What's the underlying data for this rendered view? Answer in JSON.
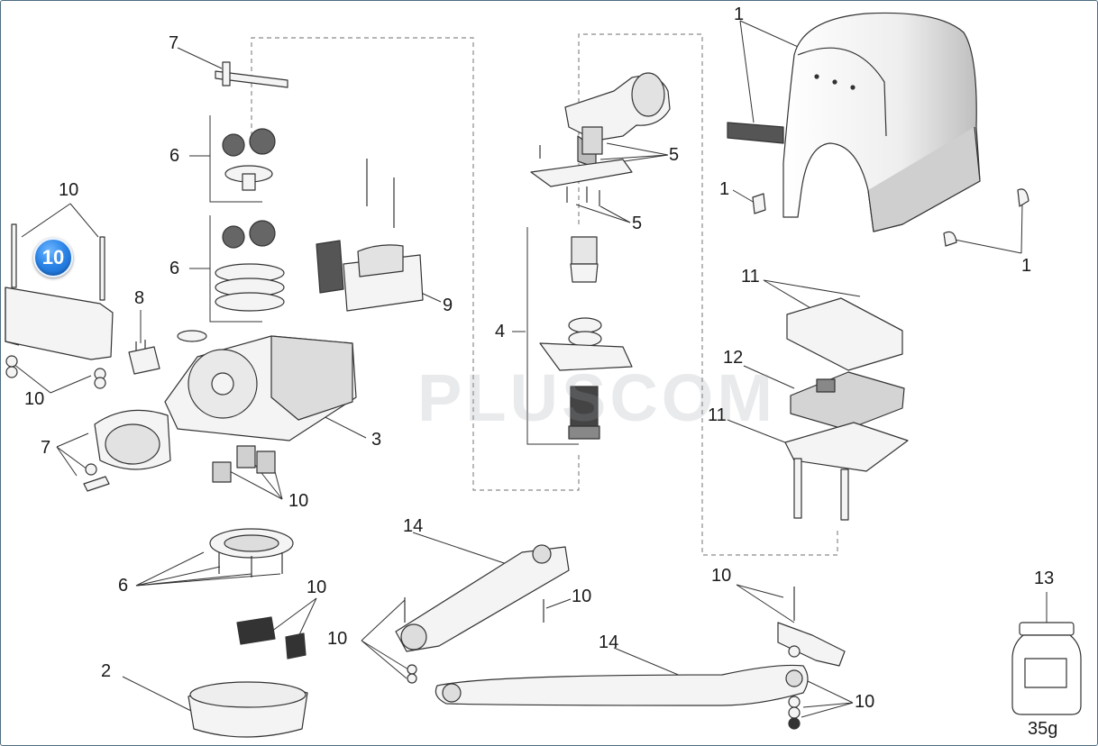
{
  "labels": {
    "cover_top": "1",
    "cover_screw_left": "1",
    "cover_screw_right": "1",
    "base_bottom": "2",
    "housing": "3",
    "motor_group": "4",
    "motor_screws_upper": "5",
    "motor_screws_lower": "5",
    "gears_upper": "6",
    "gears_lower": "6",
    "base_screws": "6",
    "shaft_top": "7",
    "release_key": "7",
    "terminal": "8",
    "transformer": "9",
    "plate_bolts": "10",
    "plate_nuts": "10",
    "cable_glands": "10",
    "clamp_parts": "10",
    "arm_bolt_left": "10",
    "arm_bolt_mid": "10",
    "bracket_bolt": "10",
    "bracket_nuts": "10",
    "board_cover": "11",
    "board_support": "11",
    "control_board": "12",
    "grease_jar": "13",
    "arm_straight": "14",
    "arm_curved": "14"
  },
  "badge_text": "10",
  "watermark_text": "PLUSCOM",
  "jar_weight": "35g",
  "colors": {
    "line": "#333333",
    "part_fill": "#f4f4f4",
    "part_shade": "#d9d9d9",
    "dark_part": "#4a4a4a",
    "dashed_box": "#8a8a8a",
    "badge": "#2c86e8",
    "frame_border": "#4d6c80"
  }
}
